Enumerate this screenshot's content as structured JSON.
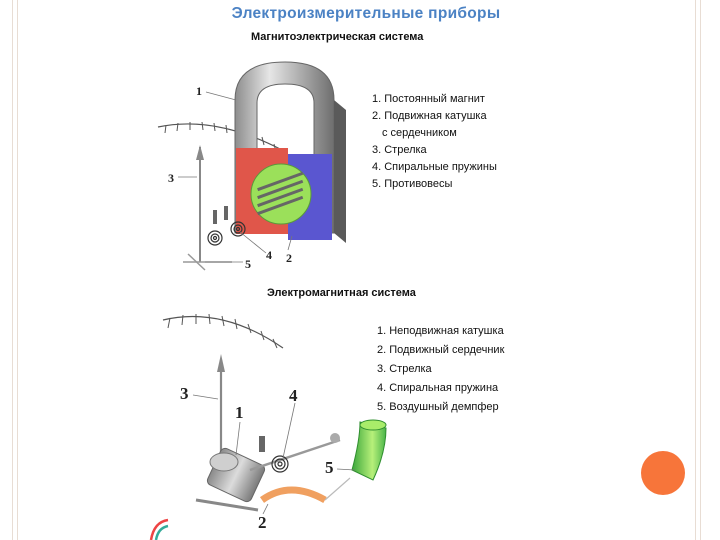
{
  "title": "Электроизмерительные приборы",
  "magnetoelectric": {
    "subtitle": "Магнитоэлектрическая система",
    "legend": [
      "1. Постоянный магнит",
      "2. Подвижная катушка",
      "с сердечником",
      "3. Стрелка",
      "4. Спиральные пружины",
      "5. Противовесы"
    ],
    "callouts": [
      "1",
      "2",
      "3",
      "4",
      "5"
    ]
  },
  "electromagnetic": {
    "subtitle": "Электромагнитная система",
    "legend": [
      "1. Неподвижная катушка",
      "2. Подвижный сердечник",
      "3. Стрелка",
      "4. Спиральная пружина",
      "5. Воздушный демпфер"
    ],
    "callouts": [
      "1",
      "2",
      "3",
      "4",
      "5"
    ]
  },
  "colors": {
    "title": "#4b82c4",
    "accent_circle": "#f7753a",
    "magnet_red": "#e0564a",
    "magnet_blue": "#5a56d0",
    "coil_green": "#8bd84a"
  }
}
